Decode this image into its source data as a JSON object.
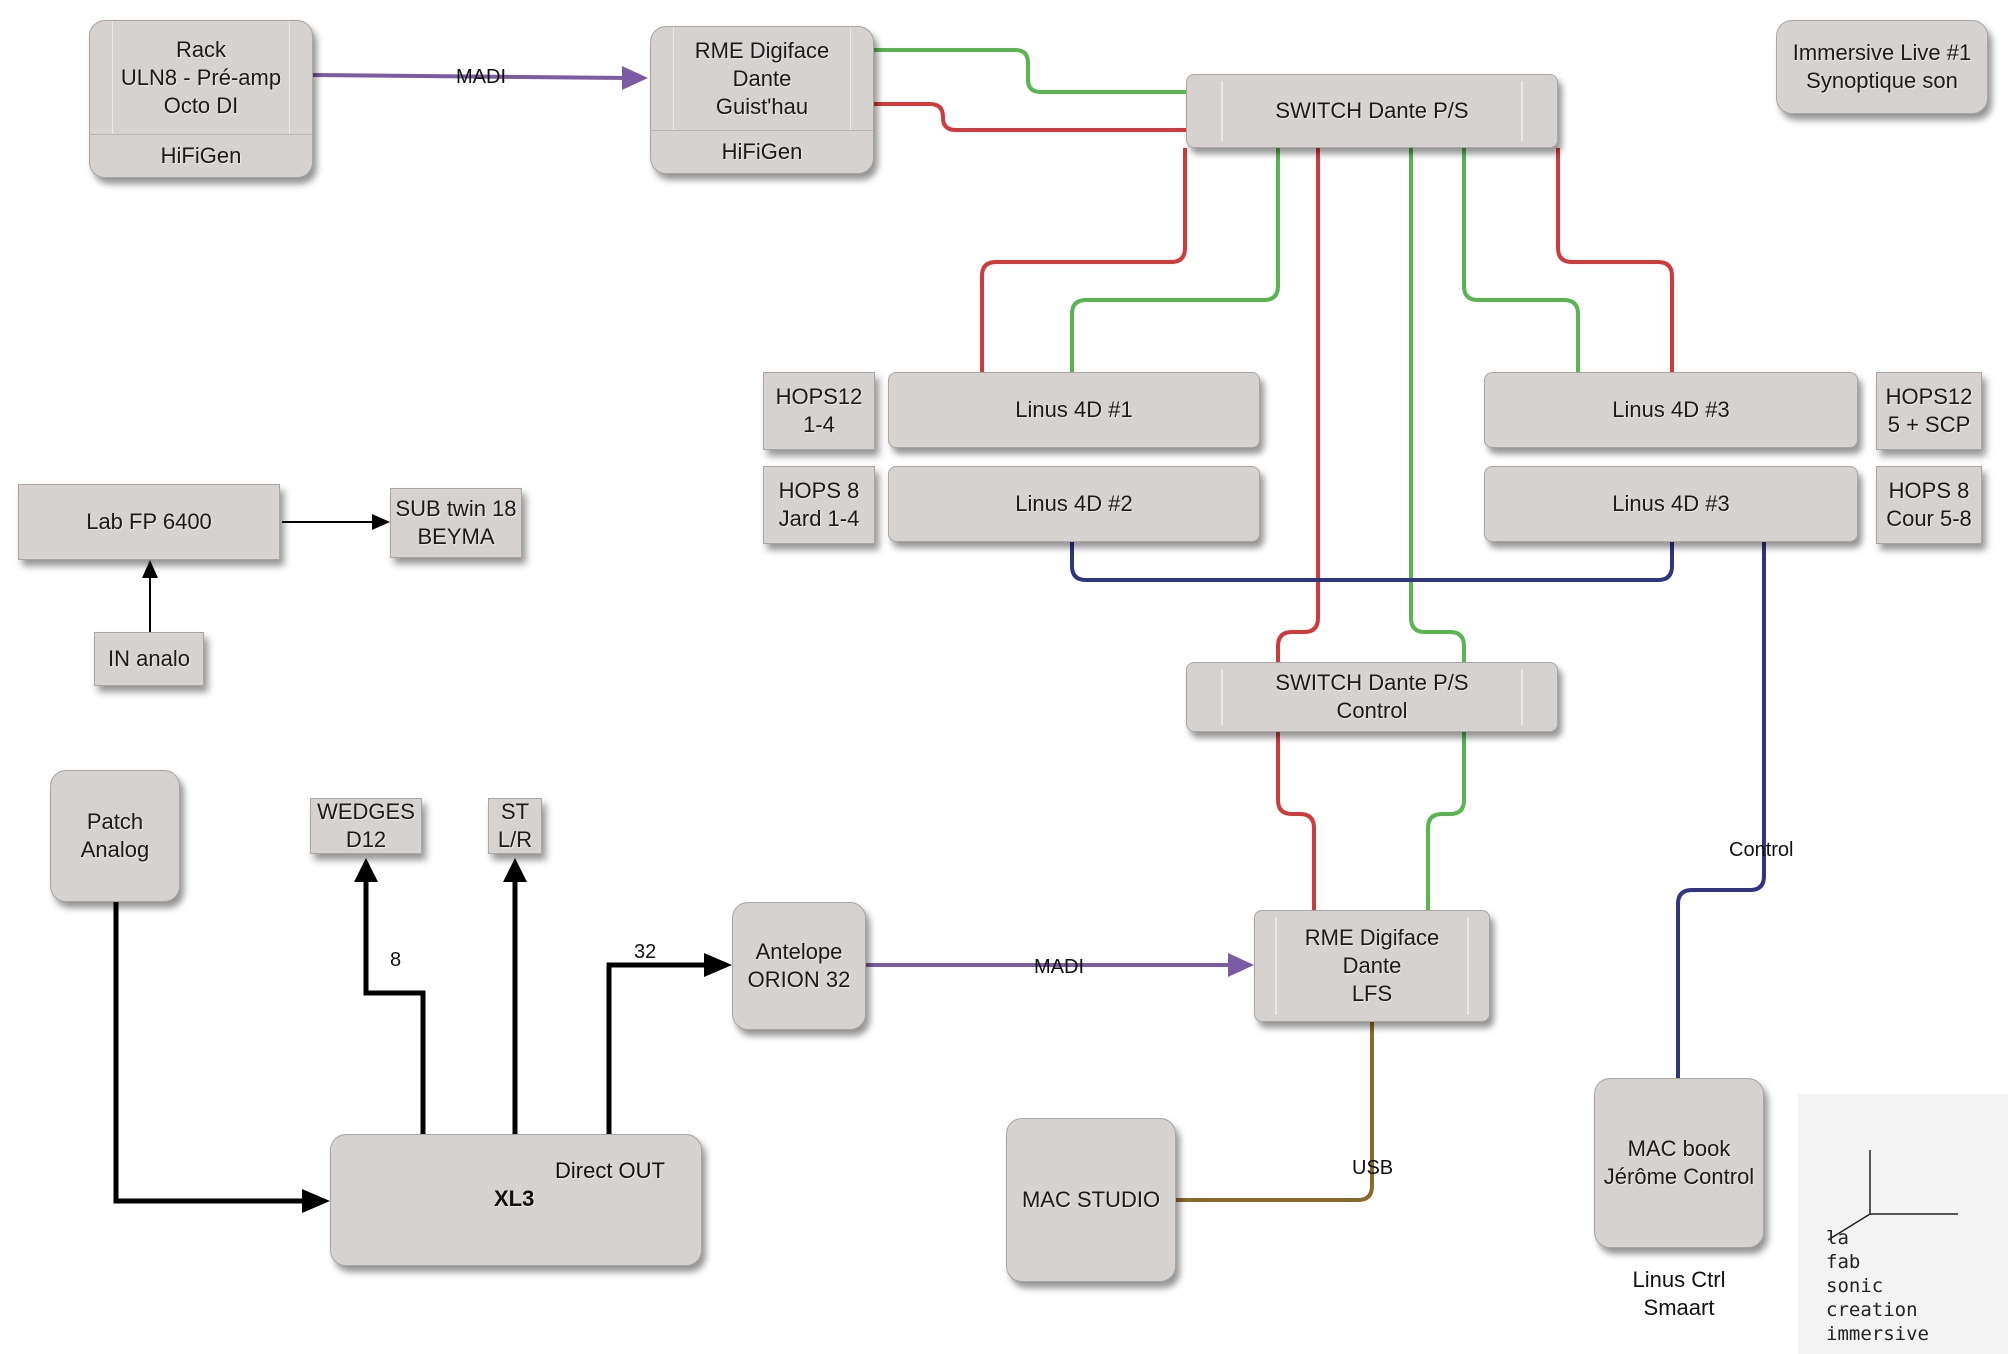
{
  "title": {
    "lines": [
      "Immersive Live #1",
      "Synoptique son"
    ]
  },
  "nodes": {
    "rack": {
      "lines": [
        "Rack",
        "ULN8 - Pré-amp",
        "Octo DI"
      ],
      "footer": "HiFiGen"
    },
    "rme_top": {
      "lines": [
        "RME Digiface",
        "Dante",
        "Guist'hau"
      ],
      "footer": "HiFiGen"
    },
    "switch_ps": {
      "lines": [
        "SWITCH Dante P/S"
      ]
    },
    "switch_ctrl": {
      "lines": [
        "SWITCH Dante P/S",
        "Control"
      ]
    },
    "hops12_a": {
      "lines": [
        "HOPS12",
        "1-4"
      ]
    },
    "hops8_a": {
      "lines": [
        "HOPS 8",
        "Jard 1-4"
      ]
    },
    "linus1": {
      "lines": [
        "Linus 4D #1"
      ]
    },
    "linus2": {
      "lines": [
        "Linus 4D #2"
      ]
    },
    "linus3a": {
      "lines": [
        "Linus 4D #3"
      ]
    },
    "linus3b": {
      "lines": [
        "Linus 4D #3"
      ]
    },
    "hops12_b": {
      "lines": [
        "HOPS12",
        "5 + SCP"
      ]
    },
    "hops8_b": {
      "lines": [
        "HOPS 8",
        "Cour 5-8"
      ]
    },
    "labfp": {
      "lines": [
        "Lab FP 6400"
      ]
    },
    "sub": {
      "lines": [
        "SUB twin 18",
        "BEYMA"
      ]
    },
    "in_analo": {
      "lines": [
        "IN analo"
      ]
    },
    "patch": {
      "lines": [
        "Patch",
        "Analog"
      ]
    },
    "wedges": {
      "lines": [
        "WEDGES",
        "D12"
      ]
    },
    "st": {
      "lines": [
        "ST",
        "L/R"
      ]
    },
    "antelope": {
      "lines": [
        "Antelope",
        "ORION 32"
      ]
    },
    "rme_lfs": {
      "lines": [
        "RME Digiface",
        "Dante",
        "LFS"
      ]
    },
    "xl3": {
      "name": "XL3",
      "direct_out": "Direct OUT"
    },
    "mac_studio": {
      "lines": [
        "MAC STUDIO"
      ]
    },
    "macbook": {
      "lines": [
        "MAC book",
        "Jérôme Control"
      ]
    }
  },
  "captions": {
    "linus_ctrl": [
      "Linus Ctrl",
      "Smaart"
    ]
  },
  "edge_labels": {
    "madi_top": "MADI",
    "madi_bottom": "MADI",
    "usb": "USB",
    "control": "Control",
    "wedges_count": "8",
    "direct_count": "32"
  },
  "logo": {
    "lines": [
      "la",
      "fab",
      "sonic",
      "creation",
      "immersive"
    ]
  },
  "colors": {
    "primary": "#d03a3a",
    "secondary": "#58b54f",
    "control": "#2e3680",
    "madi": "#7b5ba3",
    "usb": "#8a6a2c",
    "analog": "#000000",
    "box": "#d6d2cf"
  }
}
